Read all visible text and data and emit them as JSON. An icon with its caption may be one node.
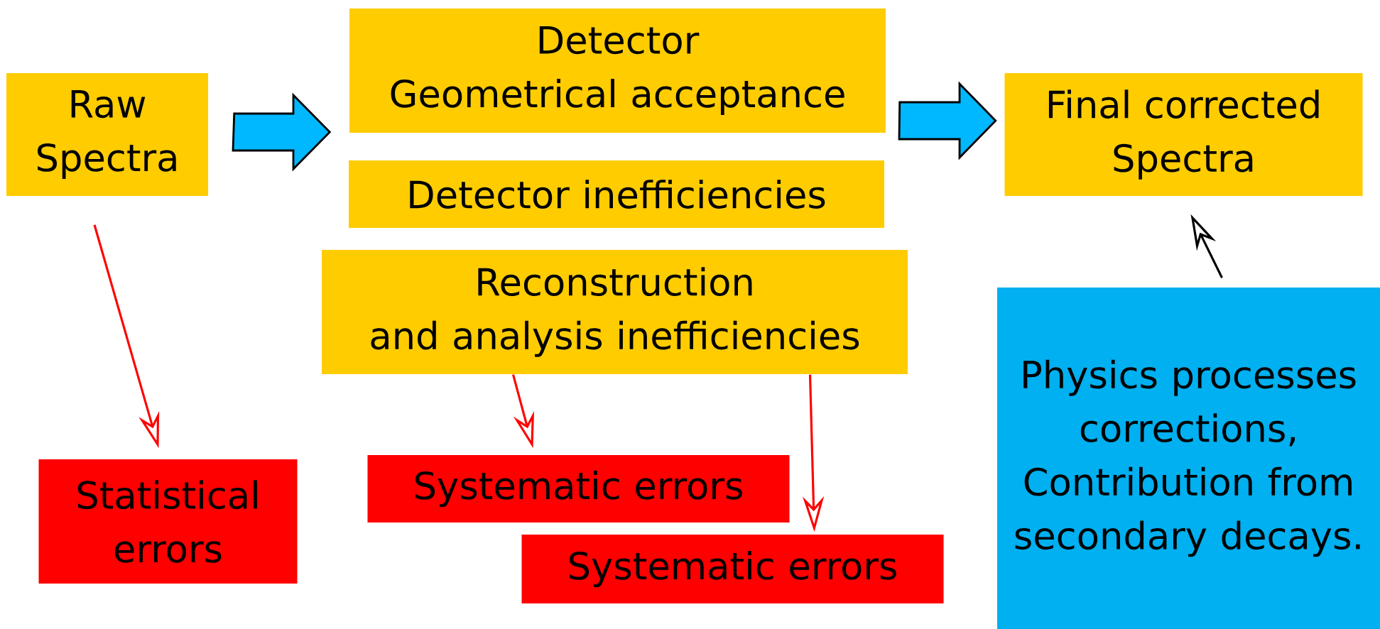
{
  "diagram": {
    "nodes": [
      {
        "text": [
          "Raw Spectra"
        ]
      },
      {
        "text": [
          "Detector Geometrical acceptance"
        ]
      },
      {
        "text": [
          "Detector inefficiencies"
        ]
      },
      {
        "text": [
          "Reconstruction and analysis inefficiencies"
        ]
      },
      {
        "text": [
          "Final corrected Spectra"
        ]
      },
      {
        "text": [
          "Statistical errors"
        ]
      },
      {
        "text": [
          "Systematic errors"
        ]
      },
      {
        "text": [
          "Systematic errors"
        ]
      },
      {
        "text": [
          "Physics processes corrections, Contribution from secondary decays."
        ]
      }
    ],
    "edges": [
      {
        "from": 0,
        "to": 1,
        "arrow": "to",
        "style": "thick",
        "color": "#00b8ff"
      },
      {
        "from": 1,
        "to": 4,
        "arrow": "to",
        "style": "thick",
        "color": "#00b8ff"
      },
      {
        "from": 0,
        "to": 5,
        "arrow": "to",
        "color": "#ff0000"
      },
      {
        "from": 3,
        "to": 6,
        "arrow": "to",
        "color": "#ff0000"
      },
      {
        "from": 3,
        "to": 7,
        "arrow": "to",
        "color": "#ff0000"
      },
      {
        "from": 8,
        "to": 4,
        "arrow": "to",
        "color": "#000000"
      }
    ]
  }
}
